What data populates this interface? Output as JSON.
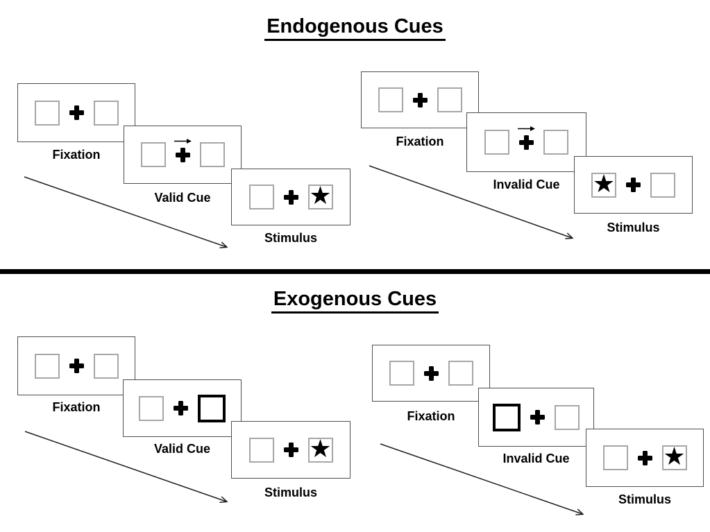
{
  "sections": [
    {
      "title": "Endogenous Cues",
      "groups": [
        {
          "trial_type": "valid",
          "cue_style": "central arrow pointing right",
          "stimulus_side": "right",
          "panels": [
            {
              "label": "Fixation"
            },
            {
              "label": "Valid Cue"
            },
            {
              "label": "Stimulus"
            }
          ]
        },
        {
          "trial_type": "invalid",
          "cue_style": "central arrow pointing right",
          "stimulus_side": "left",
          "panels": [
            {
              "label": "Fixation"
            },
            {
              "label": "Invalid Cue"
            },
            {
              "label": "Stimulus"
            }
          ]
        }
      ]
    },
    {
      "title": "Exogenous Cues",
      "groups": [
        {
          "trial_type": "valid",
          "cue_style": "right box highlighted with thick black border",
          "stimulus_side": "right",
          "panels": [
            {
              "label": "Fixation"
            },
            {
              "label": "Valid Cue"
            },
            {
              "label": "Stimulus"
            }
          ]
        },
        {
          "trial_type": "invalid",
          "cue_style": "left box highlighted with thick black border",
          "stimulus_side": "right",
          "panels": [
            {
              "label": "Fixation"
            },
            {
              "label": "Invalid Cue"
            },
            {
              "label": "Stimulus"
            }
          ]
        }
      ]
    }
  ],
  "icons": {
    "star": "★",
    "fixation_cross": "heavy plus",
    "cue_arrow": "small right arrow",
    "timeline_arrow": "long diagonal arrow down-right"
  },
  "colors": {
    "background": "#ffffff",
    "ink": "#000000",
    "panel_border": "#4d4d4d",
    "placeholder_box_border": "#a6a6a6",
    "cue_box_border": "#000000",
    "divider": "#000000"
  }
}
